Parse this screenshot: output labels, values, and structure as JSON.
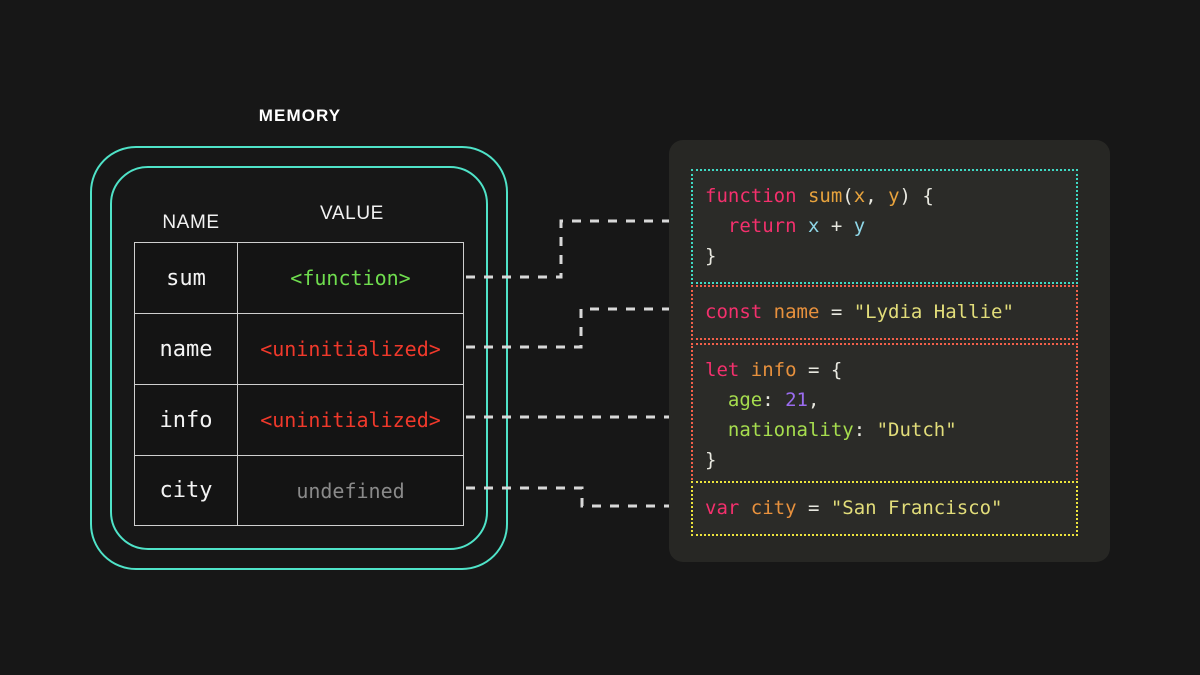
{
  "memory": {
    "title": "MEMORY",
    "columns": {
      "name": "NAME",
      "value": "VALUE"
    },
    "rows": [
      {
        "name": "sum",
        "value": "<function>",
        "value_kind": "function"
      },
      {
        "name": "name",
        "value": "<uninitialized>",
        "value_kind": "uninitialized"
      },
      {
        "name": "info",
        "value": "<uninitialized>",
        "value_kind": "uninitialized"
      },
      {
        "name": "city",
        "value": "undefined",
        "value_kind": "undefined"
      }
    ]
  },
  "code": {
    "blocks": [
      {
        "id": "sum",
        "border_color": "#3fd9c4",
        "lines": [
          "function sum(x, y) {",
          "  return x + y",
          "}"
        ],
        "tokens": {
          "l1_kw": "function",
          "l1_fn": "sum",
          "l1_open": "(",
          "l1_p1": "x",
          "l1_comma": ", ",
          "l1_p2": "y",
          "l1_close": ") {",
          "l2_kw": "  return ",
          "l2_a": "x",
          "l2_op": " + ",
          "l2_b": "y",
          "l3": "}"
        }
      },
      {
        "id": "name",
        "border_color": "#f2604a",
        "lines": [
          "const name = \"Lydia Hallie\""
        ],
        "tokens": {
          "kw": "const ",
          "ident": "name",
          "op": " = ",
          "str": "\"Lydia Hallie\""
        }
      },
      {
        "id": "info",
        "border_color": "#f2604a",
        "lines": [
          "let info = {",
          "  age: 21,",
          "  nationality: \"Dutch\"",
          "}"
        ],
        "tokens": {
          "kw": "let ",
          "ident": "info",
          "op": " = ",
          "brace_open": "{",
          "p1_key": "  age",
          "p1_colon": ": ",
          "p1_num": "21",
          "p1_comma": ",",
          "p2_key": "  nationality",
          "p2_colon": ": ",
          "p2_str": "\"Dutch\"",
          "brace_close": "}"
        }
      },
      {
        "id": "city",
        "border_color": "#ece43c",
        "lines": [
          "var city = \"San Francisco\""
        ],
        "tokens": {
          "kw": "var ",
          "ident": "city",
          "op": " = ",
          "str": "\"San Francisco\""
        }
      }
    ]
  },
  "colors": {
    "background": "#171717",
    "panel": "#272724",
    "memory_frame": "#4fe3c8",
    "connector": "#d8d8d8",
    "keyword": "#f4306d",
    "function_name": "#e8a33d",
    "string": "#e2dd7a",
    "property": "#a6dd4e",
    "number": "#9b6cf0",
    "value_function": "#6fdd4e",
    "value_uninitialized": "#f0392b",
    "value_undefined": "#8a8a8a"
  },
  "connectors": [
    {
      "from": "sum",
      "to": "block-sum"
    },
    {
      "from": "name",
      "to": "block-name"
    },
    {
      "from": "info",
      "to": "block-info"
    },
    {
      "from": "city",
      "to": "block-city"
    }
  ]
}
